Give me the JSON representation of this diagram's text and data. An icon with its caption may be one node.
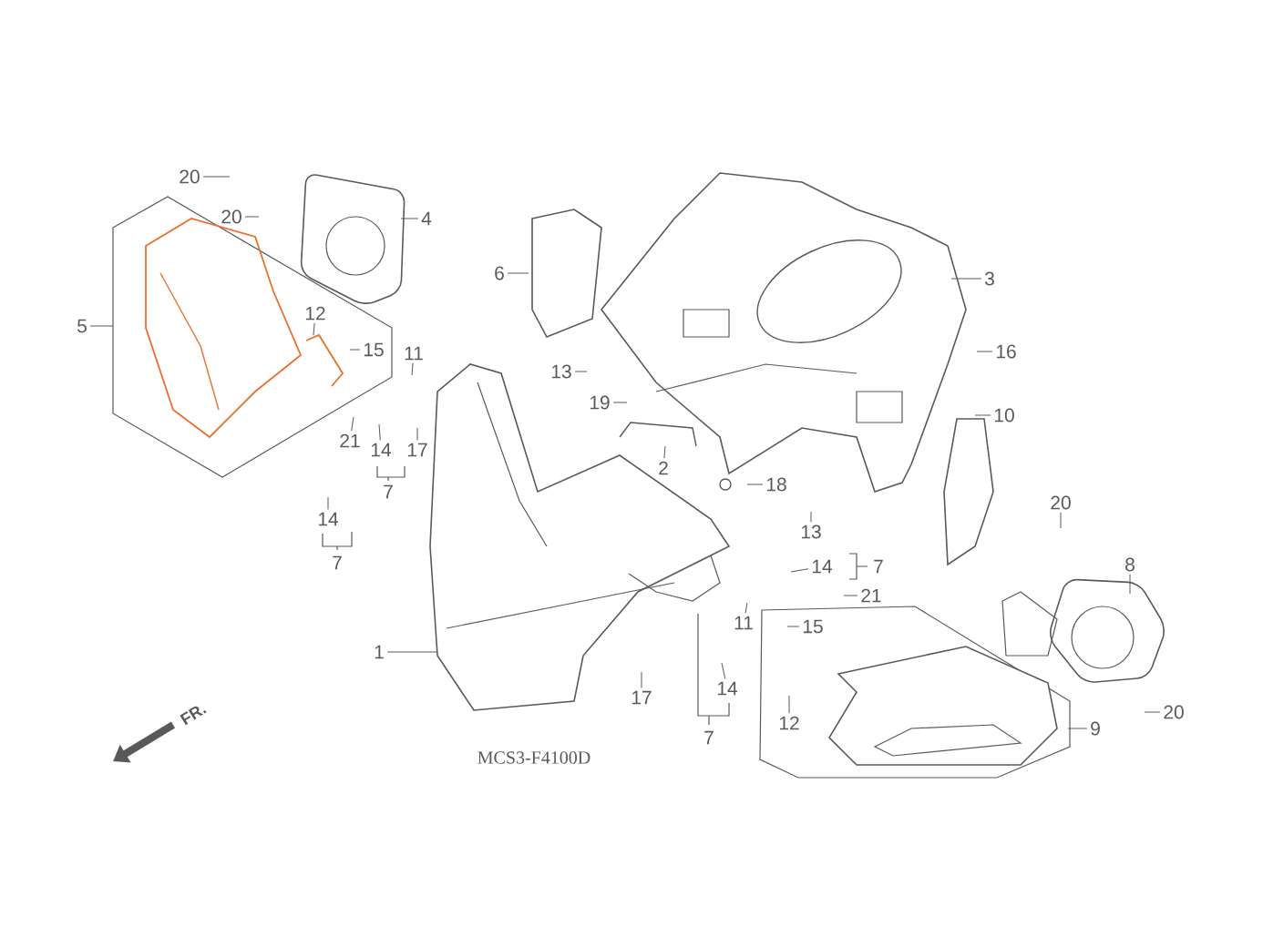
{
  "diagram": {
    "nodes": [
      {
        "text": [
          "20"
        ]
      },
      {
        "text": [
          "4"
        ]
      },
      {
        "text": [
          "20"
        ]
      },
      {
        "text": [
          "6"
        ]
      },
      {
        "text": [
          "3"
        ]
      },
      {
        "text": [
          "5"
        ]
      },
      {
        "text": [
          "12"
        ]
      },
      {
        "text": [
          "15"
        ]
      },
      {
        "text": [
          "11"
        ]
      },
      {
        "text": [
          "16"
        ]
      },
      {
        "text": [
          "13"
        ]
      },
      {
        "text": [
          "19"
        ]
      },
      {
        "text": [
          "10"
        ]
      },
      {
        "text": [
          "21"
        ]
      },
      {
        "text": [
          "14"
        ]
      },
      {
        "text": [
          "17"
        ]
      },
      {
        "text": [
          "2"
        ]
      },
      {
        "text": [
          "18"
        ]
      },
      {
        "text": [
          "7"
        ]
      },
      {
        "text": [
          "20"
        ]
      },
      {
        "text": [
          "14"
        ]
      },
      {
        "text": [
          "13"
        ]
      },
      {
        "text": [
          "7"
        ]
      },
      {
        "text": [
          "8"
        ]
      },
      {
        "text": [
          "14"
        ]
      },
      {
        "text": [
          "7"
        ]
      },
      {
        "text": [
          "21"
        ]
      },
      {
        "text": [
          "11"
        ]
      },
      {
        "text": [
          "15"
        ]
      },
      {
        "text": [
          "1"
        ]
      },
      {
        "text": [
          "17"
        ]
      },
      {
        "text": [
          "14"
        ]
      },
      {
        "text": [
          "20"
        ]
      },
      {
        "text": [
          "12"
        ]
      },
      {
        "text": [
          "9"
        ]
      },
      {
        "text": [
          "7"
        ]
      }
    ],
    "edges": [
      {
        "from": 0,
        "to": null,
        "arrow": "none"
      },
      {
        "from": 1,
        "to": null,
        "arrow": "none"
      },
      {
        "from": 2,
        "to": null,
        "arrow": "none"
      },
      {
        "from": 3,
        "to": null,
        "arrow": "none"
      },
      {
        "from": 4,
        "to": null,
        "arrow": "none"
      },
      {
        "from": 5,
        "to": null,
        "arrow": "none"
      },
      {
        "from": 6,
        "to": null,
        "arrow": "none"
      },
      {
        "from": 7,
        "to": null,
        "arrow": "none"
      },
      {
        "from": 8,
        "to": null,
        "arrow": "none"
      },
      {
        "from": 9,
        "to": null,
        "arrow": "none"
      },
      {
        "from": 10,
        "to": null,
        "arrow": "none"
      },
      {
        "from": 11,
        "to": null,
        "arrow": "none"
      },
      {
        "from": 12,
        "to": null,
        "arrow": "none"
      },
      {
        "from": 13,
        "to": null,
        "arrow": "none"
      },
      {
        "from": 14,
        "to": null,
        "arrow": "none"
      },
      {
        "from": 15,
        "to": null,
        "arrow": "none"
      },
      {
        "from": 16,
        "to": null,
        "arrow": "none"
      },
      {
        "from": 17,
        "to": null,
        "arrow": "none"
      },
      {
        "from": 19,
        "to": null,
        "arrow": "none"
      },
      {
        "from": 20,
        "to": null,
        "arrow": "none"
      },
      {
        "from": 21,
        "to": null,
        "arrow": "none"
      },
      {
        "from": 23,
        "to": null,
        "arrow": "none"
      },
      {
        "from": 24,
        "to": null,
        "arrow": "none"
      },
      {
        "from": 26,
        "to": null,
        "arrow": "none"
      },
      {
        "from": 27,
        "to": null,
        "arrow": "none"
      },
      {
        "from": 28,
        "to": null,
        "arrow": "none"
      },
      {
        "from": 29,
        "to": null,
        "arrow": "none"
      },
      {
        "from": 30,
        "to": null,
        "arrow": "none"
      },
      {
        "from": 31,
        "to": null,
        "arrow": "none"
      },
      {
        "from": 32,
        "to": null,
        "arrow": "none"
      },
      {
        "from": 33,
        "to": null,
        "arrow": "none"
      },
      {
        "from": 34,
        "to": null,
        "arrow": "none"
      }
    ],
    "labels": [
      "FR.",
      "MCS3-F4100D"
    ]
  }
}
